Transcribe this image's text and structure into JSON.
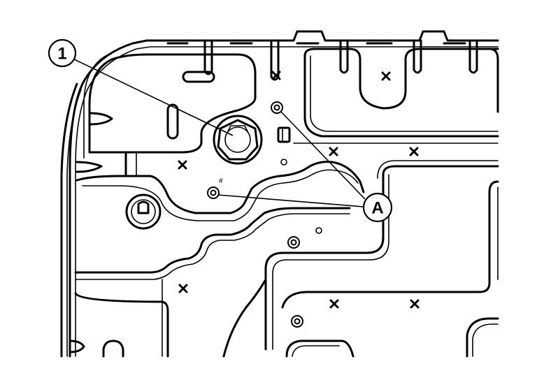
{
  "callouts": [
    {
      "id": "1",
      "label": "1"
    },
    {
      "id": "A",
      "label": "A"
    }
  ]
}
